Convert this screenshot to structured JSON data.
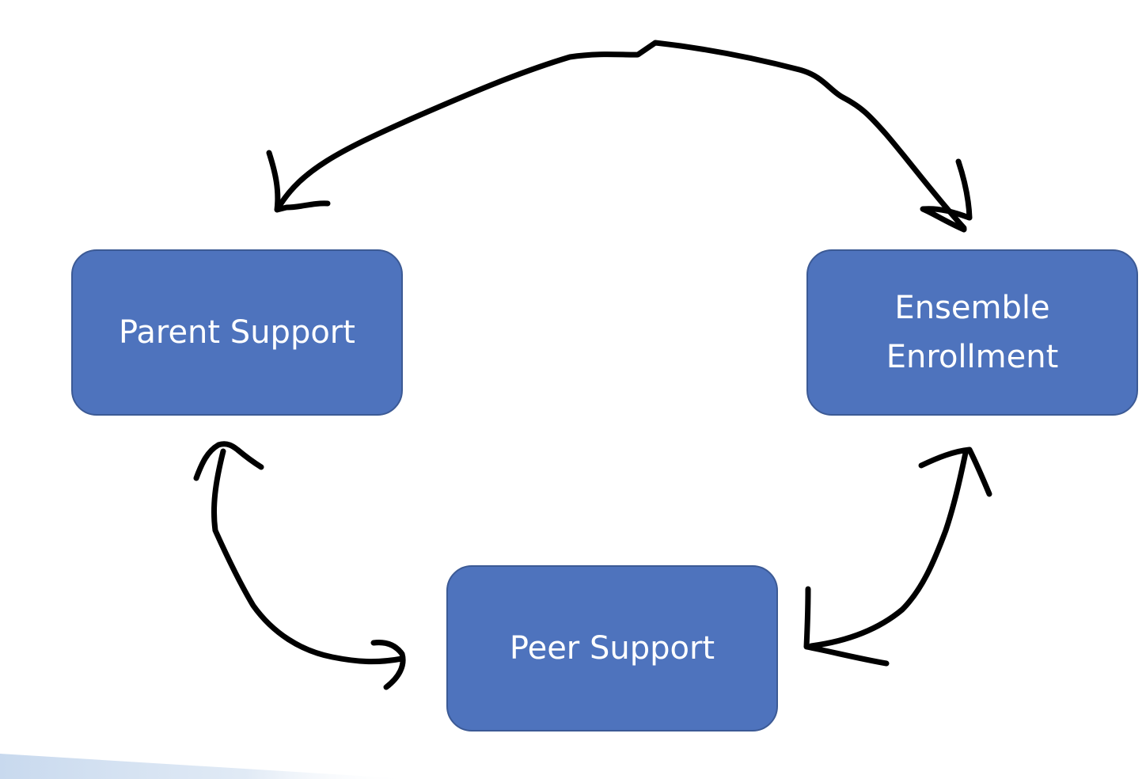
{
  "diagram": {
    "nodes": [
      {
        "id": "parent",
        "label_lines": [
          "Parent Support"
        ]
      },
      {
        "id": "ensemble",
        "label_lines": [
          "Ensemble",
          "Enrollment"
        ]
      },
      {
        "id": "peer",
        "label_lines": [
          "Peer Support"
        ]
      }
    ],
    "edges": [
      {
        "from": "parent",
        "to": "ensemble",
        "style": "hand-drawn",
        "direction": "both"
      },
      {
        "from": "parent",
        "to": "peer",
        "style": "hand-drawn",
        "direction": "both"
      },
      {
        "from": "peer",
        "to": "ensemble",
        "style": "hand-drawn",
        "direction": "both"
      }
    ],
    "colors": {
      "node_fill": "#4e73bd",
      "node_border": "#3c5a95",
      "node_text": "#ffffff",
      "ink": "#000000",
      "footer_band": "#c8d9ee"
    }
  }
}
